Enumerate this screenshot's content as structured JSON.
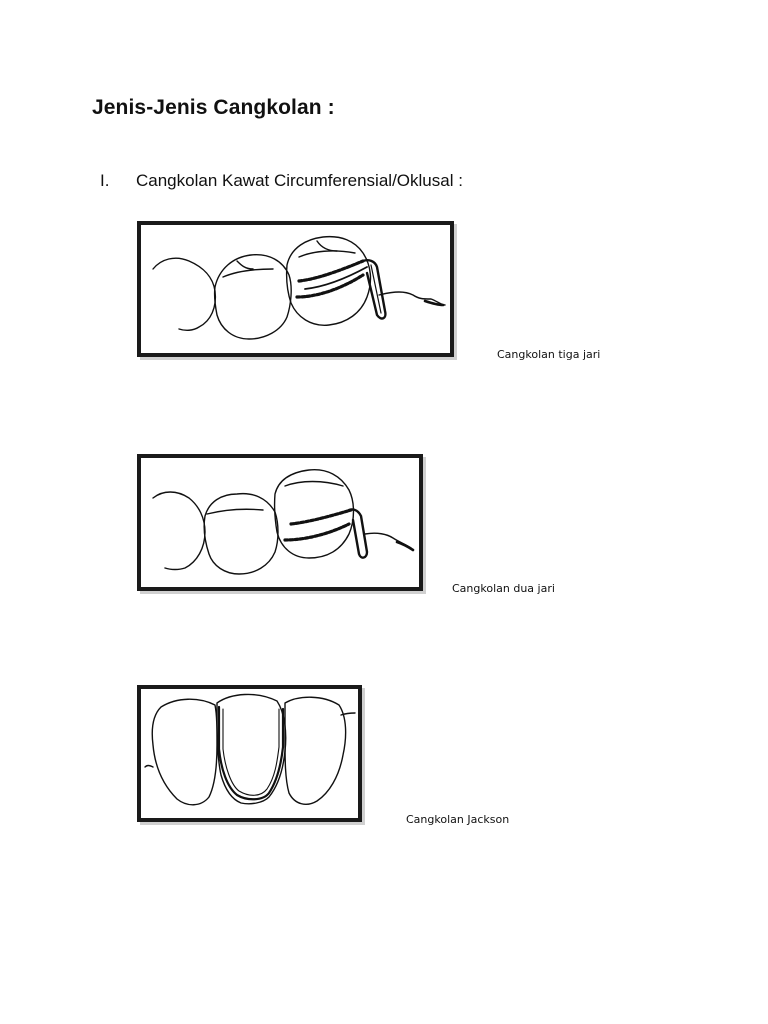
{
  "document": {
    "title": "Jenis-Jenis Cangkolan :",
    "section": {
      "number": "I.",
      "heading": "Cangkolan Kawat Circumferensial/Oklusal :"
    },
    "figures": [
      {
        "caption": "Cangkolan tiga jari",
        "icon": "three-finger-clasp-drawing"
      },
      {
        "caption": "Cangkolan dua jari",
        "icon": "two-finger-clasp-drawing"
      },
      {
        "caption": "Cangkolan Jackson",
        "icon": "jackson-clasp-drawing"
      }
    ]
  },
  "colors": {
    "ink": "#111111",
    "frame": "#1a1a1a",
    "background": "#ffffff"
  }
}
